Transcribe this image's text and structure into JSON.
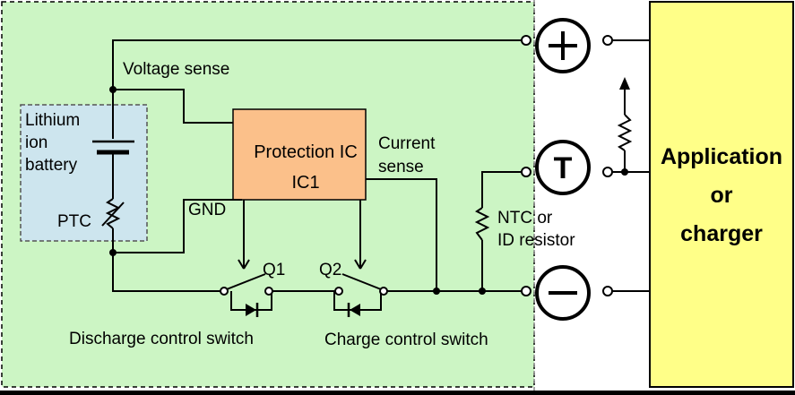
{
  "labels": {
    "voltage_sense": "Voltage sense",
    "battery_line1": "Lithium",
    "battery_line2": "ion",
    "battery_line3": "battery",
    "ptc": "PTC",
    "gnd": "GND",
    "ic_name": "Protection IC",
    "ic_id": "IC1",
    "current_sense_line1": "Current",
    "current_sense_line2": "sense",
    "q1": "Q1",
    "q2": "Q2",
    "ntc_line1": "NTC or",
    "ntc_line2": "ID resistor",
    "discharge_switch": "Discharge control switch",
    "charge_switch": "Charge control switch",
    "app_line1": "Application",
    "app_line2": "or",
    "app_line3": "charger"
  },
  "terminals": {
    "plus": "+",
    "temp": "T",
    "minus": "−"
  },
  "colors": {
    "pack_fill": "#ccf5c4",
    "battery_fill": "#cde5ee",
    "ic_fill": "#fbc08a",
    "app_fill": "#ffff88"
  }
}
